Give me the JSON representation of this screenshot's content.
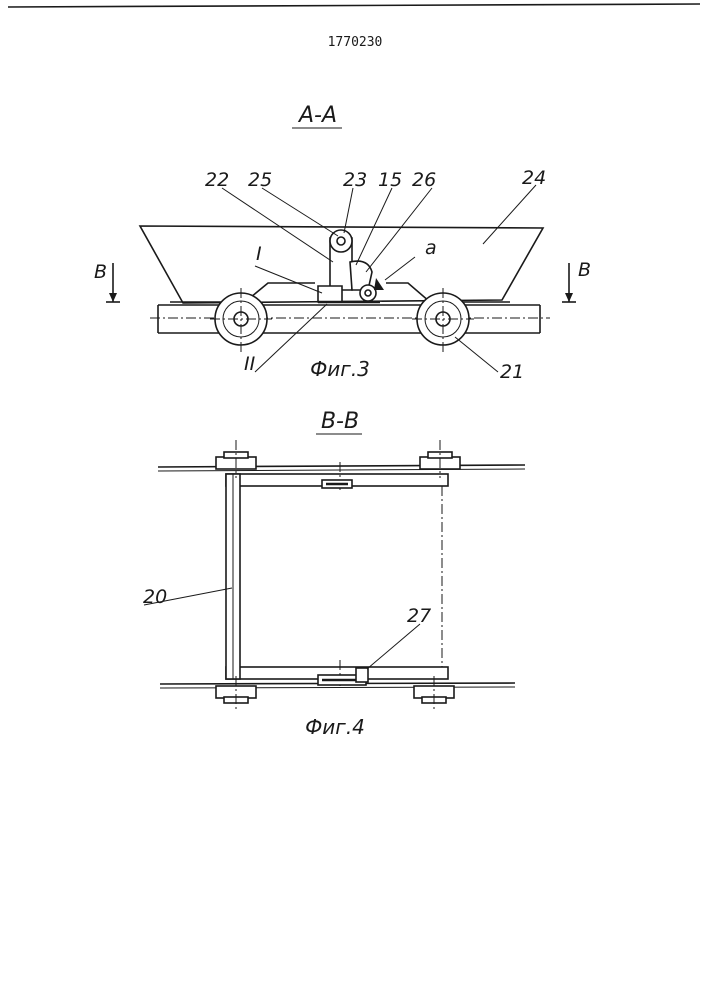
{
  "header": {
    "patent_number": "1770230"
  },
  "fig3": {
    "section_title": "А-А",
    "caption": "Фиг.3",
    "cut_mark_left": "В",
    "cut_mark_right": "В",
    "callouts": {
      "c22": "22",
      "c25": "25",
      "c23": "23",
      "c15": "15",
      "c26": "26",
      "c24": "24",
      "cI": "I",
      "ca": "а",
      "cII": "II",
      "c21": "21"
    }
  },
  "fig4": {
    "section_title": "В-В",
    "caption": "Фиг.4",
    "callouts": {
      "c20": "20",
      "c27": "27"
    }
  }
}
